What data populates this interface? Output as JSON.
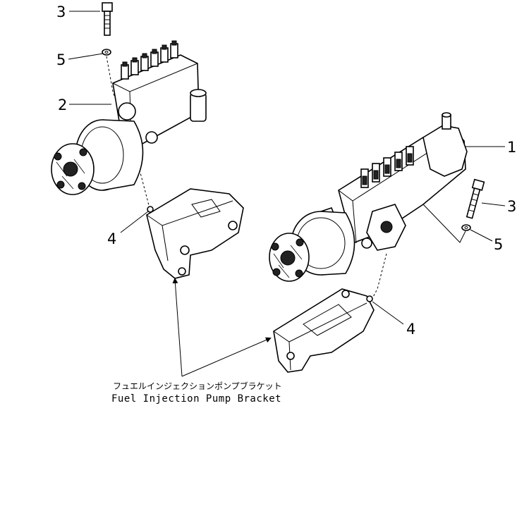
{
  "callouts": {
    "c1": "1",
    "c2": "2",
    "c3_left": "3",
    "c3_right": "3",
    "c4_left": "4",
    "c4_right": "4",
    "c5_left": "5",
    "c5_right": "5"
  },
  "caption": {
    "japanese": "フュエルインジェクションポンプブラケット",
    "english": "Fuel Injection Pump Bracket"
  }
}
